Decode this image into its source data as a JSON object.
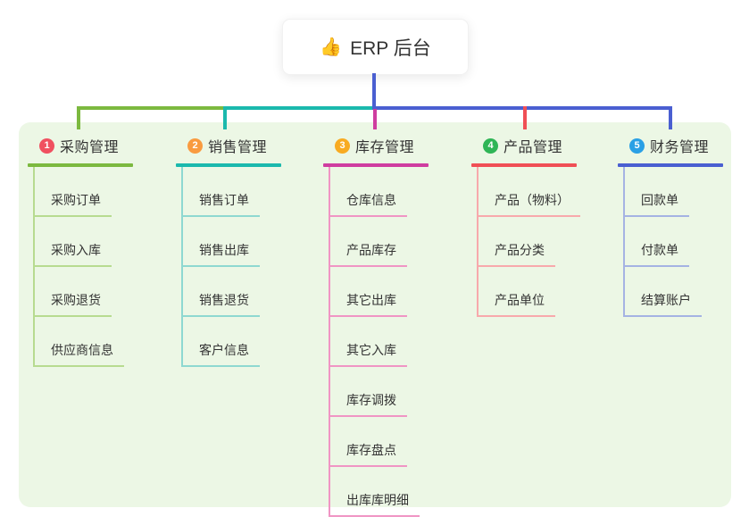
{
  "root": {
    "icon": "👍",
    "title": "ERP 后台",
    "connector_color": "#4a5fd1"
  },
  "canvas": {
    "background": "#ffffff",
    "panel_color": "#ecf7e5"
  },
  "branches": [
    {
      "num": "1",
      "title": "采购管理",
      "color": "#7cb93f",
      "light_color": "#b7db90",
      "badge_color": "#f05060",
      "items": [
        "采购订单",
        "采购入库",
        "采购退货",
        "供应商信息"
      ]
    },
    {
      "num": "2",
      "title": "销售管理",
      "color": "#1bb9ad",
      "light_color": "#8ed8d1",
      "badge_color": "#f99b40",
      "items": [
        "销售订单",
        "销售出库",
        "销售退货",
        "客户信息"
      ]
    },
    {
      "num": "3",
      "title": "库存管理",
      "color": "#cf3da0",
      "light_color": "#f095c4",
      "badge_color": "#f8ab21",
      "items": [
        "仓库信息",
        "产品库存",
        "其它出库",
        "其它入库",
        "库存调拨",
        "库存盘点",
        "出库库明细"
      ]
    },
    {
      "num": "4",
      "title": "产品管理",
      "color": "#f04f55",
      "light_color": "#f8a9ac",
      "badge_color": "#2fb556",
      "items": [
        "产品（物料）",
        "产品分类",
        "产品单位"
      ]
    },
    {
      "num": "5",
      "title": "财务管理",
      "color": "#4a5fd1",
      "light_color": "#a5b3e3",
      "badge_color": "#2aa0e5",
      "items": [
        "回款单",
        "付款单",
        "结算账户"
      ]
    }
  ]
}
